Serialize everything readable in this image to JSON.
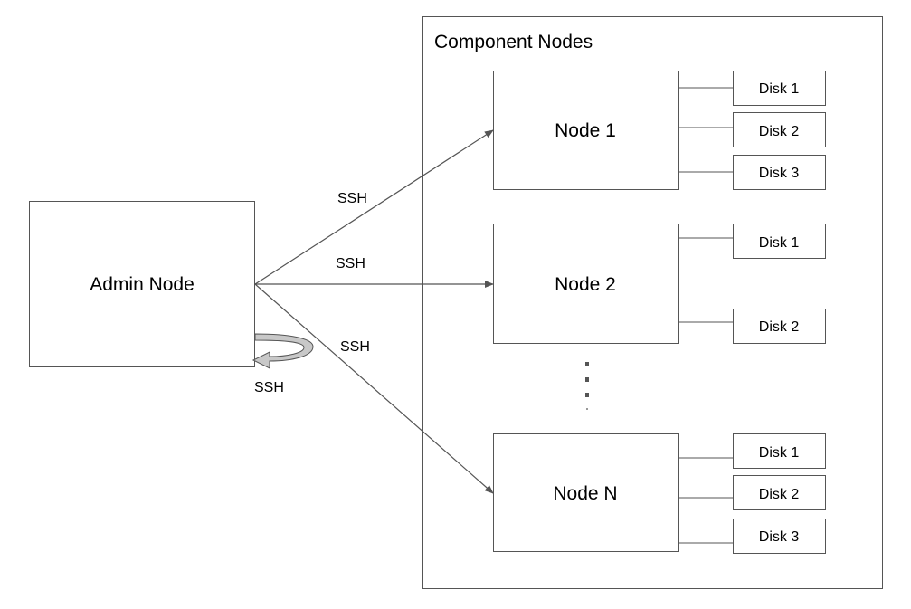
{
  "container": {
    "label": "Component Nodes"
  },
  "admin": {
    "label": "Admin Node"
  },
  "nodes": [
    {
      "label": "Node 1",
      "disks": [
        "Disk 1",
        "Disk 2",
        "Disk 3"
      ]
    },
    {
      "label": "Node 2",
      "disks": [
        "Disk 1",
        "Disk 2"
      ]
    },
    {
      "label": "Node N",
      "disks": [
        "Disk 1",
        "Disk 2",
        "Disk 3"
      ]
    }
  ],
  "connections": [
    {
      "label": "SSH",
      "to": "Node 1"
    },
    {
      "label": "SSH",
      "to": "Node 2"
    },
    {
      "label": "SSH",
      "to": "Node N"
    }
  ],
  "self_connection": {
    "label": "SSH"
  },
  "colors": {
    "border": "#555555",
    "line": "#555555",
    "self_arrow_fill": "#c8c8c8",
    "text": "#000000"
  }
}
